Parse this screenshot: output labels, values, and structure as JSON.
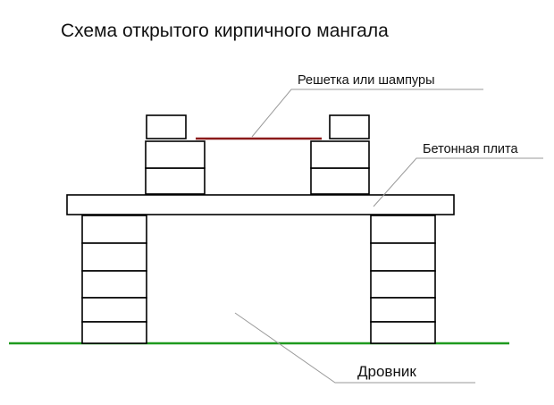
{
  "title": "Схема открытого кирпичного мангала",
  "labels": {
    "grill": "Решетка или шампуры",
    "slab": "Бетонная плита",
    "woodstore": "Дровник"
  },
  "colors": {
    "grill_bar": "#8b1a1a",
    "ground": "#1e9a1e",
    "outline": "#000000",
    "leader": "#9a9a9a"
  }
}
